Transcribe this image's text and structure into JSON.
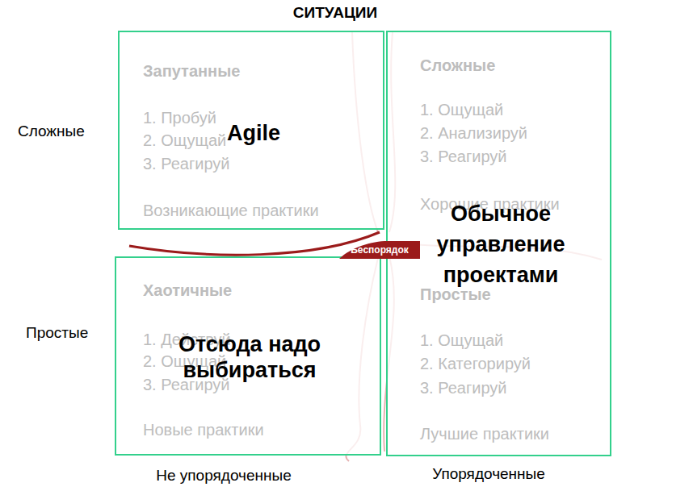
{
  "diagram": {
    "title": "СИТУАЦИИ",
    "nodes": [
      {
        "text": [
          "Запутанные",
          "1. Пробуй",
          "2. Ощущай",
          "3. Реагируй",
          "Возникающие практики",
          "Agile"
        ]
      },
      {
        "text": [
          "Сложные",
          "1. Ощущай",
          "2. Анализируй",
          "3. Реагируй",
          "Хорошие практики",
          "Простые",
          "1. Ощущай",
          "2. Категорируй",
          "3. Реагируй",
          "Лучшие практики",
          "Обычное управление проектами"
        ]
      },
      {
        "text": [
          "Хаотичные",
          "1. Действуй",
          "2. Ощущай",
          "3. Реагируй",
          "Новые практики",
          "Отсюда надо выбираться"
        ]
      },
      {
        "text": [
          "Беспорядок"
        ]
      }
    ],
    "labels": [
      "Сложные",
      "Простые",
      "Не упорядоченные",
      "Упорядоченные"
    ]
  }
}
